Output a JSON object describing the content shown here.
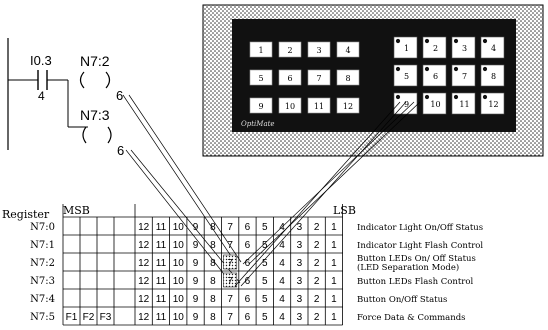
{
  "ladder": {
    "contact_address": "I0.3",
    "contact_bit": "4",
    "output_top": "N7:2",
    "output_top_bit": "6",
    "output_bottom": "N7:3",
    "output_bottom_bit": "6"
  },
  "panel": {
    "indicator_labels": [
      "1",
      "2",
      "3",
      "4",
      "5",
      "6",
      "7",
      "8",
      "9",
      "10",
      "11",
      "12"
    ],
    "button_labels": [
      "1",
      "2",
      "3",
      "4",
      "5",
      "6",
      "7",
      "8",
      "9",
      "10",
      "11",
      "12"
    ],
    "logo": "OptiMate"
  },
  "table": {
    "register_header": "Register",
    "msb_label": "MSB",
    "lsb_label": "LSB",
    "bit_headers": [
      "12",
      "11",
      "10",
      "9",
      "8",
      "7",
      "6",
      "5",
      "4",
      "3",
      "2",
      "1"
    ],
    "rows": [
      {
        "register": "N7:0",
        "prefix": [
          "",
          "",
          ""
        ],
        "description": "Indicator Light On/Off Status"
      },
      {
        "register": "N7:1",
        "prefix": [
          "",
          "",
          ""
        ],
        "description": "Indicator Light Flash Control"
      },
      {
        "register": "N7:2",
        "prefix": [
          "",
          "",
          ""
        ],
        "description": "Button LEDs On/ Off Status",
        "description2": "(LED Separation Mode)"
      },
      {
        "register": "N7:3",
        "prefix": [
          "",
          "",
          ""
        ],
        "description": "Button LEDs Flash Control"
      },
      {
        "register": "N7:4",
        "prefix": [
          "",
          "",
          ""
        ],
        "description": "Button On/Off Status"
      },
      {
        "register": "N7:5",
        "prefix": [
          "F1",
          "F2",
          "F3"
        ],
        "description": "Force Data & Commands"
      }
    ]
  }
}
